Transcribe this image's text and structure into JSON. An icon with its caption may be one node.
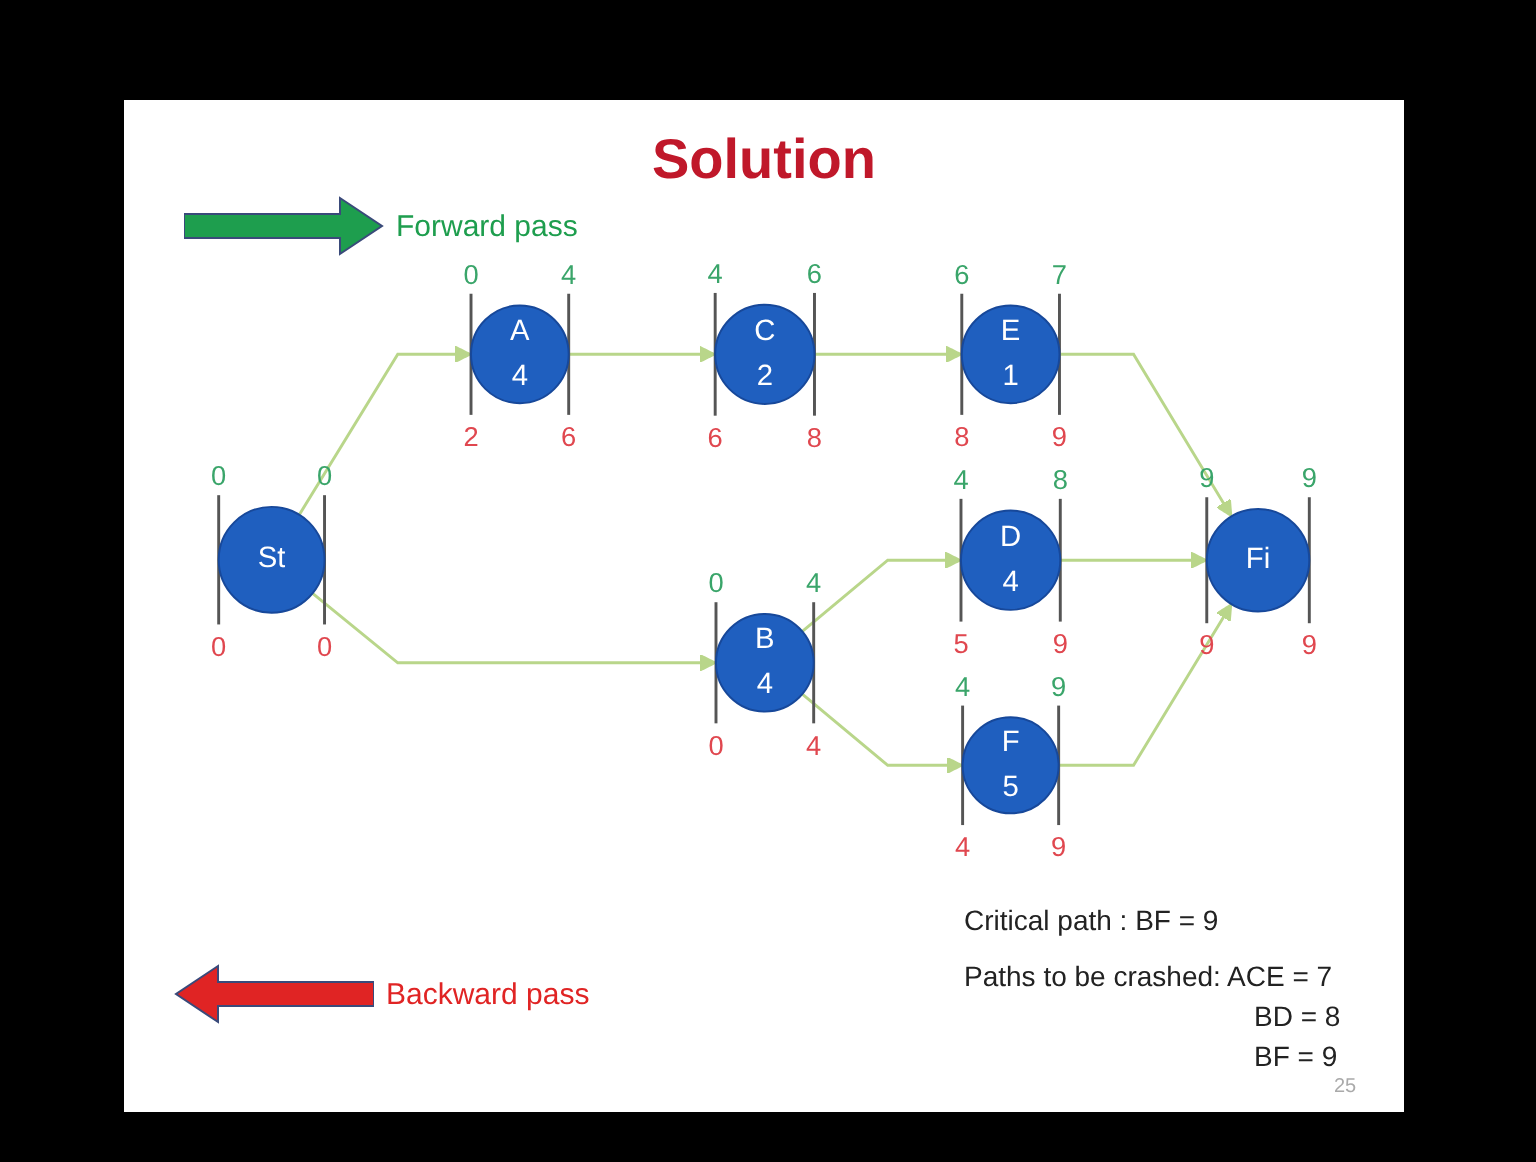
{
  "diagram": {
    "title": "Solution",
    "nodes": [
      {
        "text": [
          "St"
        ],
        "beside": [
          "0",
          "0",
          "0",
          "0"
        ]
      },
      {
        "text": [
          "A",
          "4"
        ],
        "beside": [
          "0",
          "4",
          "2",
          "6"
        ]
      },
      {
        "text": [
          "B",
          "4"
        ],
        "beside": [
          "0",
          "4",
          "0",
          "4"
        ]
      },
      {
        "text": [
          "C",
          "2"
        ],
        "beside": [
          "4",
          "6",
          "6",
          "8"
        ]
      },
      {
        "text": [
          "D",
          "4"
        ],
        "beside": [
          "4",
          "8",
          "5",
          "9"
        ]
      },
      {
        "text": [
          "F",
          "5"
        ],
        "beside": [
          "4",
          "9",
          "4",
          "9"
        ]
      },
      {
        "text": [
          "E",
          "1"
        ],
        "beside": [
          "6",
          "7",
          "8",
          "9"
        ]
      },
      {
        "text": [
          "Fi"
        ],
        "beside": [
          "9",
          "9",
          "9",
          "9"
        ]
      }
    ],
    "edges": [
      {
        "from": 0,
        "to": 1,
        "arrow": "to"
      },
      {
        "from": 0,
        "to": 2,
        "arrow": "to"
      },
      {
        "from": 1,
        "to": 3,
        "arrow": "to"
      },
      {
        "from": 3,
        "to": 6,
        "arrow": "to"
      },
      {
        "from": 6,
        "to": 7,
        "arrow": "to"
      },
      {
        "from": 2,
        "to": 4,
        "arrow": "to"
      },
      {
        "from": 2,
        "to": 5,
        "arrow": "to"
      },
      {
        "from": 4,
        "to": 7,
        "arrow": "to"
      },
      {
        "from": 5,
        "to": 7,
        "arrow": "to"
      }
    ],
    "labels": [
      "Critical path : BF = 9",
      "Paths to be crashed: ACE = 7",
      "BD = 8",
      "BF = 9",
      "25"
    ],
    "legend": [
      {
        "text": "Forward pass",
        "color": "#1e9e4e"
      },
      {
        "text": "Backward pass",
        "color": "#e02424"
      }
    ]
  }
}
